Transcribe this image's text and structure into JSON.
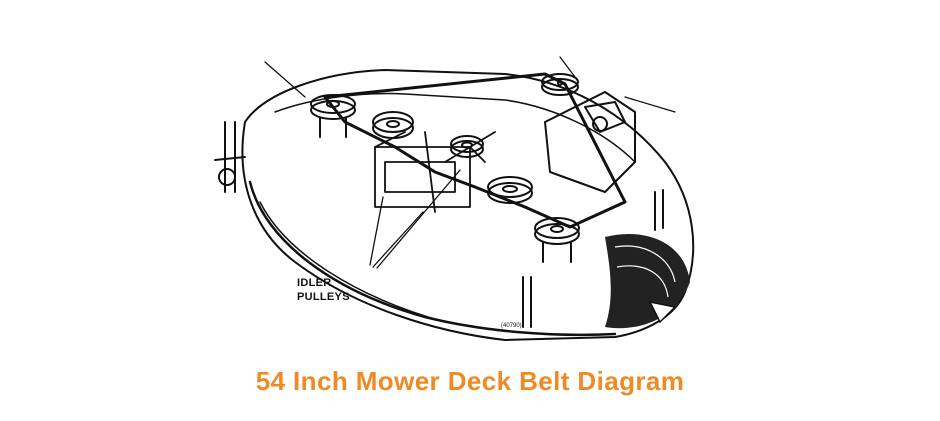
{
  "diagram": {
    "callout": {
      "line1": "IDLER",
      "line2": "PULLEYS",
      "part_code": "(40790)"
    }
  },
  "caption": {
    "text": "54 Inch Mower Deck Belt Diagram",
    "color": "#f08a24"
  },
  "colors": {
    "line": "#111111",
    "background": "#ffffff",
    "dark_panel": "#222222"
  }
}
